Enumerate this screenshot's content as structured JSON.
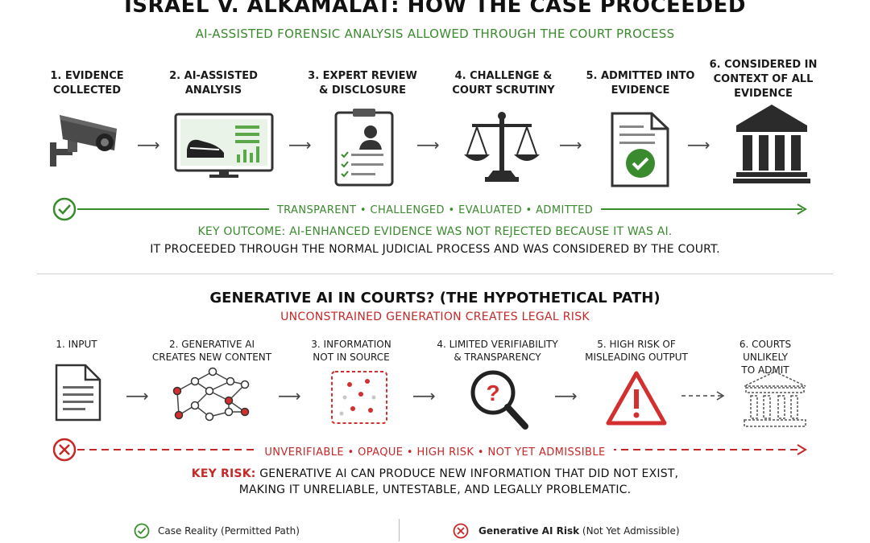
{
  "title": "ISRAEL V. ALKAMALAT: HOW THE CASE PROCEEDED",
  "subtitle": "AI-ASSISTED FORENSIC ANALYSIS ALLOWED THROUGH THE COURT PROCESS",
  "case_steps": [
    {
      "line1": "1. EVIDENCE",
      "line2": "COLLECTED",
      "line3": "",
      "icon": "security-camera-icon"
    },
    {
      "line1": "2. AI-ASSISTED",
      "line2": "ANALYSIS",
      "line3": "",
      "icon": "monitor-analysis-icon"
    },
    {
      "line1": "3. EXPERT REVIEW",
      "line2": "& DISCLOSURE",
      "line3": "",
      "icon": "clipboard-report-icon"
    },
    {
      "line1": "4. CHALLENGE &",
      "line2": "COURT SCRUTINY",
      "line3": "",
      "icon": "scales-icon"
    },
    {
      "line1": "5. ADMITTED INTO",
      "line2": "EVIDENCE",
      "line3": "",
      "icon": "approved-document-icon"
    },
    {
      "line1": "6. CONSIDERED IN",
      "line2": "CONTEXT OF ALL",
      "line3": "EVIDENCE",
      "icon": "courthouse-icon"
    }
  ],
  "case_tags": "TRANSPARENT  •  CHALLENGED  •  EVALUATED  •  ADMITTED",
  "key_outcome_label": "KEY OUTCOME:",
  "key_outcome_text": " AI-ENHANCED EVIDENCE WAS NOT REJECTED BECAUSE IT WAS AI.",
  "key_outcome_line2": "IT PROCEEDED THROUGH THE NORMAL JUDICIAL PROCESS AND WAS CONSIDERED BY THE COURT.",
  "section2_title": "GENERATIVE AI IN COURTS? (THE HYPOTHETICAL PATH)",
  "section2_subtitle": "UNCONSTRAINED GENERATION CREATES LEGAL RISK",
  "gen_steps": [
    {
      "line1": "1. INPUT",
      "line2": "",
      "icon": "document-icon"
    },
    {
      "line1": "2. GENERATIVE AI",
      "line2": "CREATES NEW CONTENT",
      "icon": "network-graph-icon"
    },
    {
      "line1": "3. INFORMATION",
      "line2": "NOT IN SOURCE",
      "icon": "scattered-dots-icon"
    },
    {
      "line1": "4. LIMITED VERIFIABILITY",
      "line2": "& TRANSPARENCY",
      "icon": "magnifier-question-icon"
    },
    {
      "line1": "5. HIGH RISK OF",
      "line2": "MISLEADING OUTPUT",
      "icon": "warning-triangle-icon"
    },
    {
      "line1": "6. COURTS UNLIKELY",
      "line2": "TO ADMIT",
      "icon": "dashed-courthouse-icon"
    }
  ],
  "gen_tags": "UNVERIFIABLE  •  OPAQUE  •  HIGH RISK  •  NOT YET ADMISSIBLE",
  "key_risk_label": "KEY RISK:",
  "key_risk_text": " GENERATIVE AI CAN PRODUCE NEW INFORMATION THAT DID NOT EXIST,",
  "key_risk_line2": "MAKING IT UNRELIABLE, UNTESTABLE, AND LEGALLY PROBLEMATIC.",
  "legend": {
    "case_label": "Case Reality (Permitted Path)",
    "gen_label_bold": "Generative AI Risk",
    "gen_label_rest": " (Not Yet Admissible)"
  },
  "colors": {
    "green": "#3a8a2e",
    "red": "#c62828",
    "dark": "#2b2b2b"
  }
}
